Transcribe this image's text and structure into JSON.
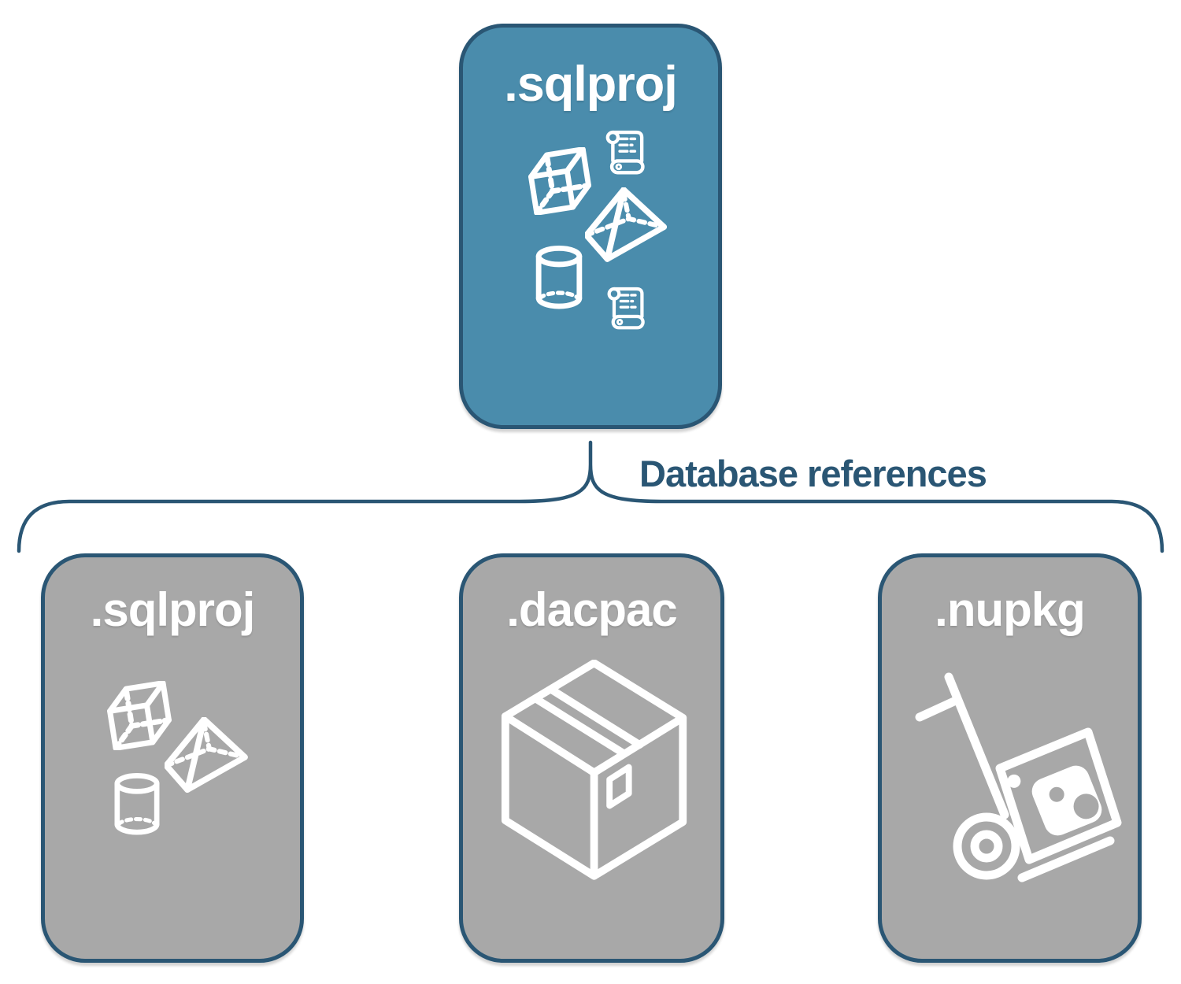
{
  "diagram": {
    "root": {
      "label": ".sqlproj",
      "icon": "sql-objects-with-scripts"
    },
    "connector_label": "Database references",
    "children": [
      {
        "label": ".sqlproj",
        "icon": "sql-objects"
      },
      {
        "label": ".dacpac",
        "icon": "package-box"
      },
      {
        "label": ".nupkg",
        "icon": "nuget-hand-truck"
      }
    ],
    "colors": {
      "root_fill": "#4a8cac",
      "child_fill": "#a8a8a8",
      "stroke": "#2a5674",
      "icon": "#ffffff"
    }
  }
}
